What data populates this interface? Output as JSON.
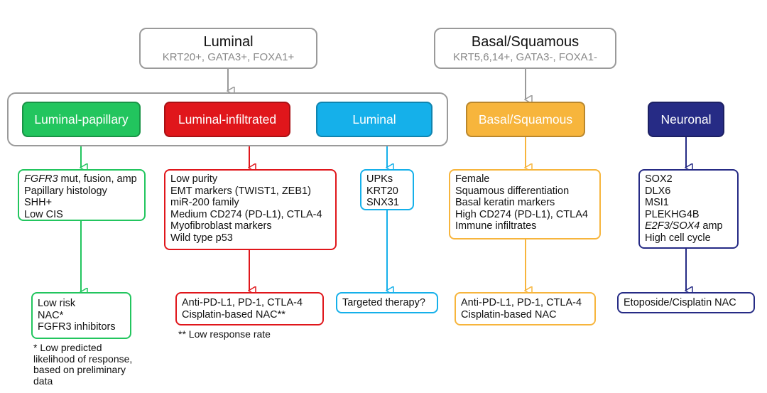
{
  "colors": {
    "gray": "#9a9a9a",
    "luminal_papillary": "#22c55e",
    "luminal_infiltrated": "#e0161b",
    "luminal": "#15b0ea",
    "basal_squamous": "#f7b53c",
    "neuronal": "#262b85"
  },
  "top": {
    "luminal": {
      "title": "Luminal",
      "markers": "KRT20+, GATA3+, FOXA1+"
    },
    "basal": {
      "title": "Basal/Squamous",
      "markers": "KRT5,6,14+, GATA3-, FOXA1-"
    }
  },
  "subtypes": {
    "lp": {
      "label": "Luminal-papillary"
    },
    "li": {
      "label": "Luminal-infiltrated"
    },
    "lu": {
      "label": "Luminal"
    },
    "bs": {
      "label": "Basal/Squamous"
    },
    "ne": {
      "label": "Neuronal"
    }
  },
  "features": {
    "lp": {
      "line1_italic": "FGFR3",
      "line1_rest": " mut, fusion, amp",
      "line2": "Papillary histology",
      "line3": "SHH+",
      "line4": "Low CIS"
    },
    "li": {
      "line1": "Low purity",
      "line2": "EMT markers (TWIST1, ZEB1)",
      "line3": "miR-200 family",
      "line4": "Medium CD274 (PD-L1), CTLA-4",
      "line5": "Myofibroblast markers",
      "line6": "Wild type p53"
    },
    "lu": {
      "line1": "UPKs",
      "line2": "KRT20",
      "line3": "SNX31"
    },
    "bs": {
      "line1": "Female",
      "line2": "Squamous differentiation",
      "line3": "Basal keratin markers",
      "line4": "High CD274 (PD-L1), CTLA4",
      "line5": "Immune infiltrates"
    },
    "ne": {
      "line1": "SOX2",
      "line2": "DLX6",
      "line3": "MSI1",
      "line4": "PLEKHG4B",
      "line5_italic": "E2F3/SOX4",
      "line5_rest": " amp",
      "line6": "High cell cycle"
    }
  },
  "therapy": {
    "lp": {
      "line1": "Low risk",
      "line2": "NAC*",
      "line3": "FGFR3 inhibitors"
    },
    "li": {
      "line1": "Anti-PD-L1, PD-1, CTLA-4",
      "line2": "Cisplatin-based NAC**"
    },
    "lu": {
      "line1": "Targeted therapy?"
    },
    "bs": {
      "line1": "Anti-PD-L1, PD-1, CTLA-4",
      "line2": "Cisplatin-based NAC"
    },
    "ne": {
      "line1": "Etoposide/Cisplatin NAC"
    }
  },
  "notes": {
    "lp": {
      "line1": "* Low predicted",
      "line2": "likelihood of response,",
      "line3": "based on preliminary",
      "line4": "data"
    },
    "li": {
      "line1": "** Low response rate"
    }
  }
}
